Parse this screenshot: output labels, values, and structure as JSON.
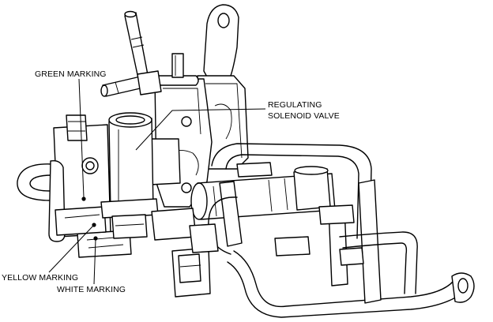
{
  "labels": {
    "green_marking": "GREEN MARKING",
    "regulating_line1": "REGULATING",
    "regulating_line2": "SOLENOID VALVE",
    "yellow_marking": "YELLOW MARKING",
    "white_marking": "WHITE MARKING"
  }
}
